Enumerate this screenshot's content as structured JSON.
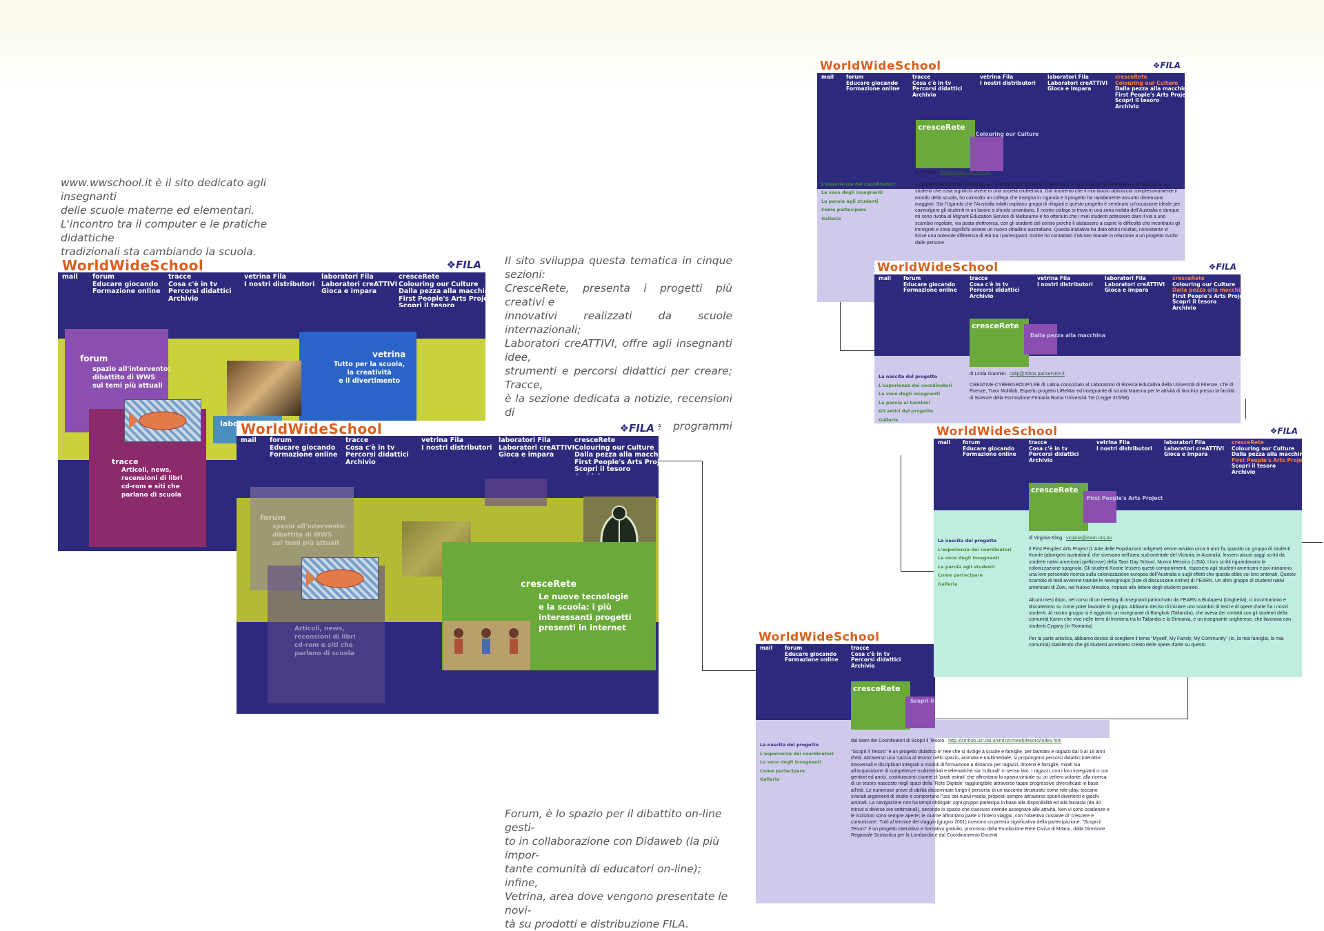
{
  "captions": {
    "intro": [
      "www.wwschool.it è il sito dedicato agli insegnanti",
      "delle scuole materne ed elementari.",
      "L'incontro tra il computer e le pratiche didattiche",
      "tradizionali sta cambiando la scuola."
    ],
    "sections": [
      "Il sito sviluppa questa tematica in cinque sezioni:",
      "CresceRete, presenta i progetti più creativi e",
      "innovativi realizzati da scuole internazionali;",
      "Laboratori creATTIVI, offre agli insegnanti idee,",
      "strumenti e percorsi didattici per creare; Tracce,",
      "è la sezione dedicata a notizie, recensioni di",
      "libri, cd-rom, siti web e programmi televisivi."
    ],
    "forum": [
      "Forum, è lo spazio per il dibattito on-line gesti-",
      "to in collaborazione con Didaweb (la più impor-",
      "tante comunità di educatori on-line); infine,",
      "Vetrina, area dove vengono presentate le novi-",
      "tà su prodotti e distribuzione FILA."
    ]
  },
  "site": {
    "title": "WorldWideSchool",
    "logo": "FILA",
    "nav": {
      "mail": "mail",
      "forum": "forum",
      "forum_items": [
        "Educare giocando",
        "Formazione online"
      ],
      "tracce": "tracce",
      "tracce_items": [
        "Cosa c'è in tv",
        "Percorsi didattici",
        "Archivio"
      ],
      "vetrina": "vetrina Fila",
      "vetrina_items": [
        "I nostri distributori"
      ],
      "laboratori": "laboratori Fila",
      "laboratori_items": [
        "Laboratori creATTIVI",
        "Gioca e impara"
      ],
      "crescerete": "cresceRete",
      "crescerete_items": [
        "Colouring our Culture",
        "Dalla pezza alla macchina",
        "First People's Arts Project",
        "Scopri il tesoro",
        "Archivio"
      ]
    }
  },
  "home1": {
    "forum_title": "forum",
    "forum_text": [
      "spazio all'intervento:",
      "dibattito di WWS",
      "sui temi più attuali"
    ],
    "vetrina_title": "vetrina",
    "vetrina_text": [
      "Tutto per la scuola,",
      "la creatività",
      "e il divertimento"
    ],
    "tracce_title": "tracce",
    "tracce_text": [
      "Articoli, news,",
      "recensioni di libri",
      "cd-rom e siti che",
      "parlano di scuola"
    ],
    "labo_partial": "labo"
  },
  "home2": {
    "crescerete_title": "cresceRete",
    "crescerete_text": [
      "Le nuove tecnologie",
      "e la scuola: i più",
      "interessanti progetti",
      "presenti in internet"
    ],
    "forum_ghost": "forum",
    "forum_ghost_text": [
      "spazio all'intervento:",
      "dibattito di WWS",
      "sui temi più attuali"
    ],
    "tracce_ghost_text": [
      "Articoli, news,",
      "recensioni di libri",
      "cd-rom e siti che",
      "parlano di scuola"
    ]
  },
  "side_menu": {
    "head": "La nascita del progetto",
    "items": [
      "L'esperienza dei coordinatori",
      "La voce degli insegnanti",
      "La parola agli studenti",
      "Come partecipare",
      "Galleria"
    ],
    "items_p2": [
      "L'esperienza dei coordinatori",
      "La voce degli insegnanti",
      "La parola ai bambini",
      "Gli amici del progetto",
      "Galleria"
    ]
  },
  "project_pages": [
    {
      "badge": "cresceRete",
      "subtitle": "Colouring our Culture",
      "author": "di Jo Tate",
      "email": "jot@araratcc.vic.edu.au",
      "body": "Il progetto denominato Colouring our Culture (figlio di Global Classroom) è nato in risposta all'esigenza di insegnare agli studenti che cosa significhi vivere in una società multietnica. Dal momento che il mio lavoro abbraccia complessivamente il mondo della scuola, ho coinvolto un collega che insegna in Uganda e il progetto ha rapidamente assunto dimensioni maggiori. Sia l'Uganda che l'Australia infatti ospitano gruppi di rifugiati e questo progetto è sembrato un'occasione ideale per coinvolgere gli studenti in un lavoro a sfondo umanitario. Il nostro college si trova in una zona isolata dell'Australia e dunque mi sono rivolta al Migrant Education Service di Melbourne e ho ottenuto che i miei studenti potessero dare il via a uno scambio regolare, via posta elettronica, con gli studenti del centro perché li aiutassero a capire le difficoltà che incontrano gli immigrati e cosa significhi essere un nuovo cittadino australiano. Questa iniziativa ha dato ottimi risultati, nonostante vi fosse una notevole differenza di età tra i partecipanti. Inoltre ho contattato il Museo Statale in relazione a un progetto svolto dalle persone"
    },
    {
      "badge": "cresceRete",
      "subtitle": "Dalla pezza alla macchina",
      "author": "di Linda Giannini",
      "email": "calip@mbox.panservice.it",
      "body": "CREATIVE-CYBERGROUP/LRE di Latina consociato al Laboratorio di Ricerca Educativa della Università di Firenze, LTE di Firenze, Tutor Multilab, Esperto progetto LiReMar ed insegnante di scuola Materna per le attività di tirocinio presso la facoltà di Scienze della Formazione Primaria Roma Università Tre (Legge 315/98)"
    },
    {
      "badge": "cresceRete",
      "subtitle": "First People's Arts Project",
      "author": "di Virginia Kling",
      "email": "virginia@iearn.org.au",
      "body": "Il First Peoples' Arts Project (L'Arte delle Popolazioni Indigene) venne avviato circa 6 anni fa, quando un gruppo di studenti Koorie (aborigeni australiani) che vivevano nell'area sud-orientale del Victoria, in Australia, lessero alcuni saggi scritti da studenti nativi americani (pellirosse) della Taos Day School, Nuovo Messico (USA). I loro scritti riguardavano la colonizzazione spagnola. Gli studenti Koorie lessero questi componimenti, risposero agli studenti americani e poi iniziarono una loro personale ricerca sulla colonizzazione europea dell'Australia e sugli effetti che questa ebbe sui loro antenati. Questo scambio di testi avvenne tramite le newsgroups (liste di discussione online) di I*EARN. Un altro gruppo di studenti nativi americani di Zuni, nel Nuovo Messico, rispose alle lettere degli studenti pionieri.\n\nAlcuni mesi dopo, nel corso di un meeting di insegnanti patrocinato da I*EARN a Budapest (Ungheria), ci incontrammo e discutemmo su come poter lavorare in gruppo. Abbiamo deciso di iniziare uno scambio di testi e di opere d'arte fra i nostri studenti. Al nostro gruppo si è aggiunto un insegnante di Bangkok (Tailandia), che aveva dei contatti con gli studenti della comunità Karen che vive nelle terre di frontiera tra la Tailandia e la Birmania, e un insegnante ungherese, che lavorava con studenti Cygany (in Romania)\n\nPer la parte artistica, abbiamo deciso di scegliere il tema \"Myself, My Family, My Community\" (Io, la mia famiglia, la mia comunità) stabilendo che gli studenti avrebbero creato delle opere d'arte su questo"
    },
    {
      "badge": "cresceRete",
      "subtitle": "Scopri il tesoro",
      "author": "dal team dei Coordinatori di Scopri il Tesoro",
      "email": "http://icmhub.usr.dsi.unimi.it/cmweb/tesoro/index.htm",
      "body": "\"Scopri il Tesoro\" è un progetto didattico in rete che si rivolge a scuole e famiglie, per bambini e ragazzi dai 5 ai 16 anni d'età. Attraverso una 'caccia al tesoro' nello spazio, animata e multimediale, si propongono percorsi didattici interattivi trasversali e disciplinari integrati a moduli di formazione a distanza per ragazzi, docenti e famiglie, mirati sia all'acquisizione di competenze multimediali e telematiche sia 'culturali' in senso lato.\nI ragazzi, con i loro insegnanti o con genitori ed amici, costituiscono ciurme di 'pirati astrali' che affrontano lo spazio virtuale su un veliero volante, alla ricerca di un tesoro nascosto negli spazi della 'Rete Digitale' raggiungibile attraverso tappe progressive diversificate in base all'età. Le numerose prove di abilità disseminate lungo il percorso di un racconto strutturato come role-play, toccano svariati argomenti di studio e comportano l'uso dei nuovi media, proposti sempre attraverso spunti divertenti e giochi animati.\nLa navigazione non ha tempi obbligati: ogni gruppo partecipa in base alla disponibilità ed alla fantasia (da 30 minuti a diverse ore settimanali), secondo lo spazio che ciascuno intende assegnare alle attività. Non vi sono scadenze e le iscrizioni sono sempre aperte; le ciurme affrontano parte o l'intero viaggio, con l'obiettivo costante di 'crescere e comunicare'. Tutti al termine del viaggio (giugno 2001) ricevono un premio significativo della partecipazione.\n\"Scopri il Tesoro\" è un progetto interattivo e formativo gratuito, promosso dalla Fondazione Rete Civica di Milano, dalla Direzione Regionale Scolastica per la Lombardia e dal Coordinamento Docenti"
    }
  ],
  "colors": {
    "navy": "#2d2a7e",
    "orange": "#d9601d",
    "green": "#6aaa3a",
    "purple": "#8a4fb0",
    "lavender": "#cfc9ec",
    "mint": "#bfeee0",
    "yellow": "#c9d23a"
  }
}
